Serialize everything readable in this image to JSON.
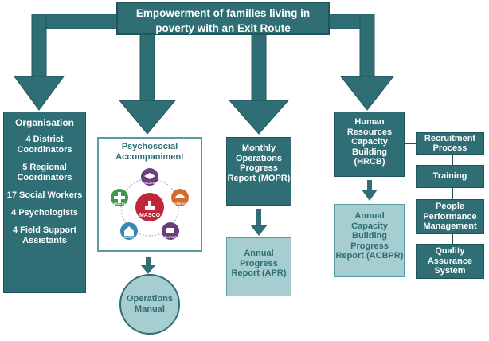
{
  "title": "Empowerment of families living in poverty with an Exit Route",
  "organisation": {
    "heading": "Organisation",
    "items": [
      "4 District Coordinators",
      "5 Regional Coordinators",
      "17 Social Workers",
      "4 Psychologists",
      "4 Field Support Assistants"
    ]
  },
  "psychosocial": {
    "title": "Psychosocial Accompaniment",
    "center": "MASCO",
    "icons": [
      "EDUCATION",
      "NUTRITION",
      "EMPLOYMENT",
      "HOUSING",
      "HEALTH"
    ]
  },
  "operations_manual": "Operations Manual",
  "mopr": "Monthly Operations Progress Report (MOPR)",
  "apr": "Annual Progress Report (APR)",
  "hrcb": "Human Resources Capacity Building (HRCB)",
  "acbpr": "Annual Capacity Building Progress Report (ACBPR)",
  "hr_items": [
    "Recruitment Process",
    "Training",
    "People Performance Management",
    "Quality Assurance System"
  ],
  "colors": {
    "dark_teal": "#2e6e74",
    "light_teal": "#a6cdd0",
    "masco_red": "#c0283a",
    "icon_purple": "#6e3d7e",
    "icon_orange": "#d96a2e",
    "icon_green": "#3a9a4a",
    "icon_blue": "#3a8ab0"
  }
}
